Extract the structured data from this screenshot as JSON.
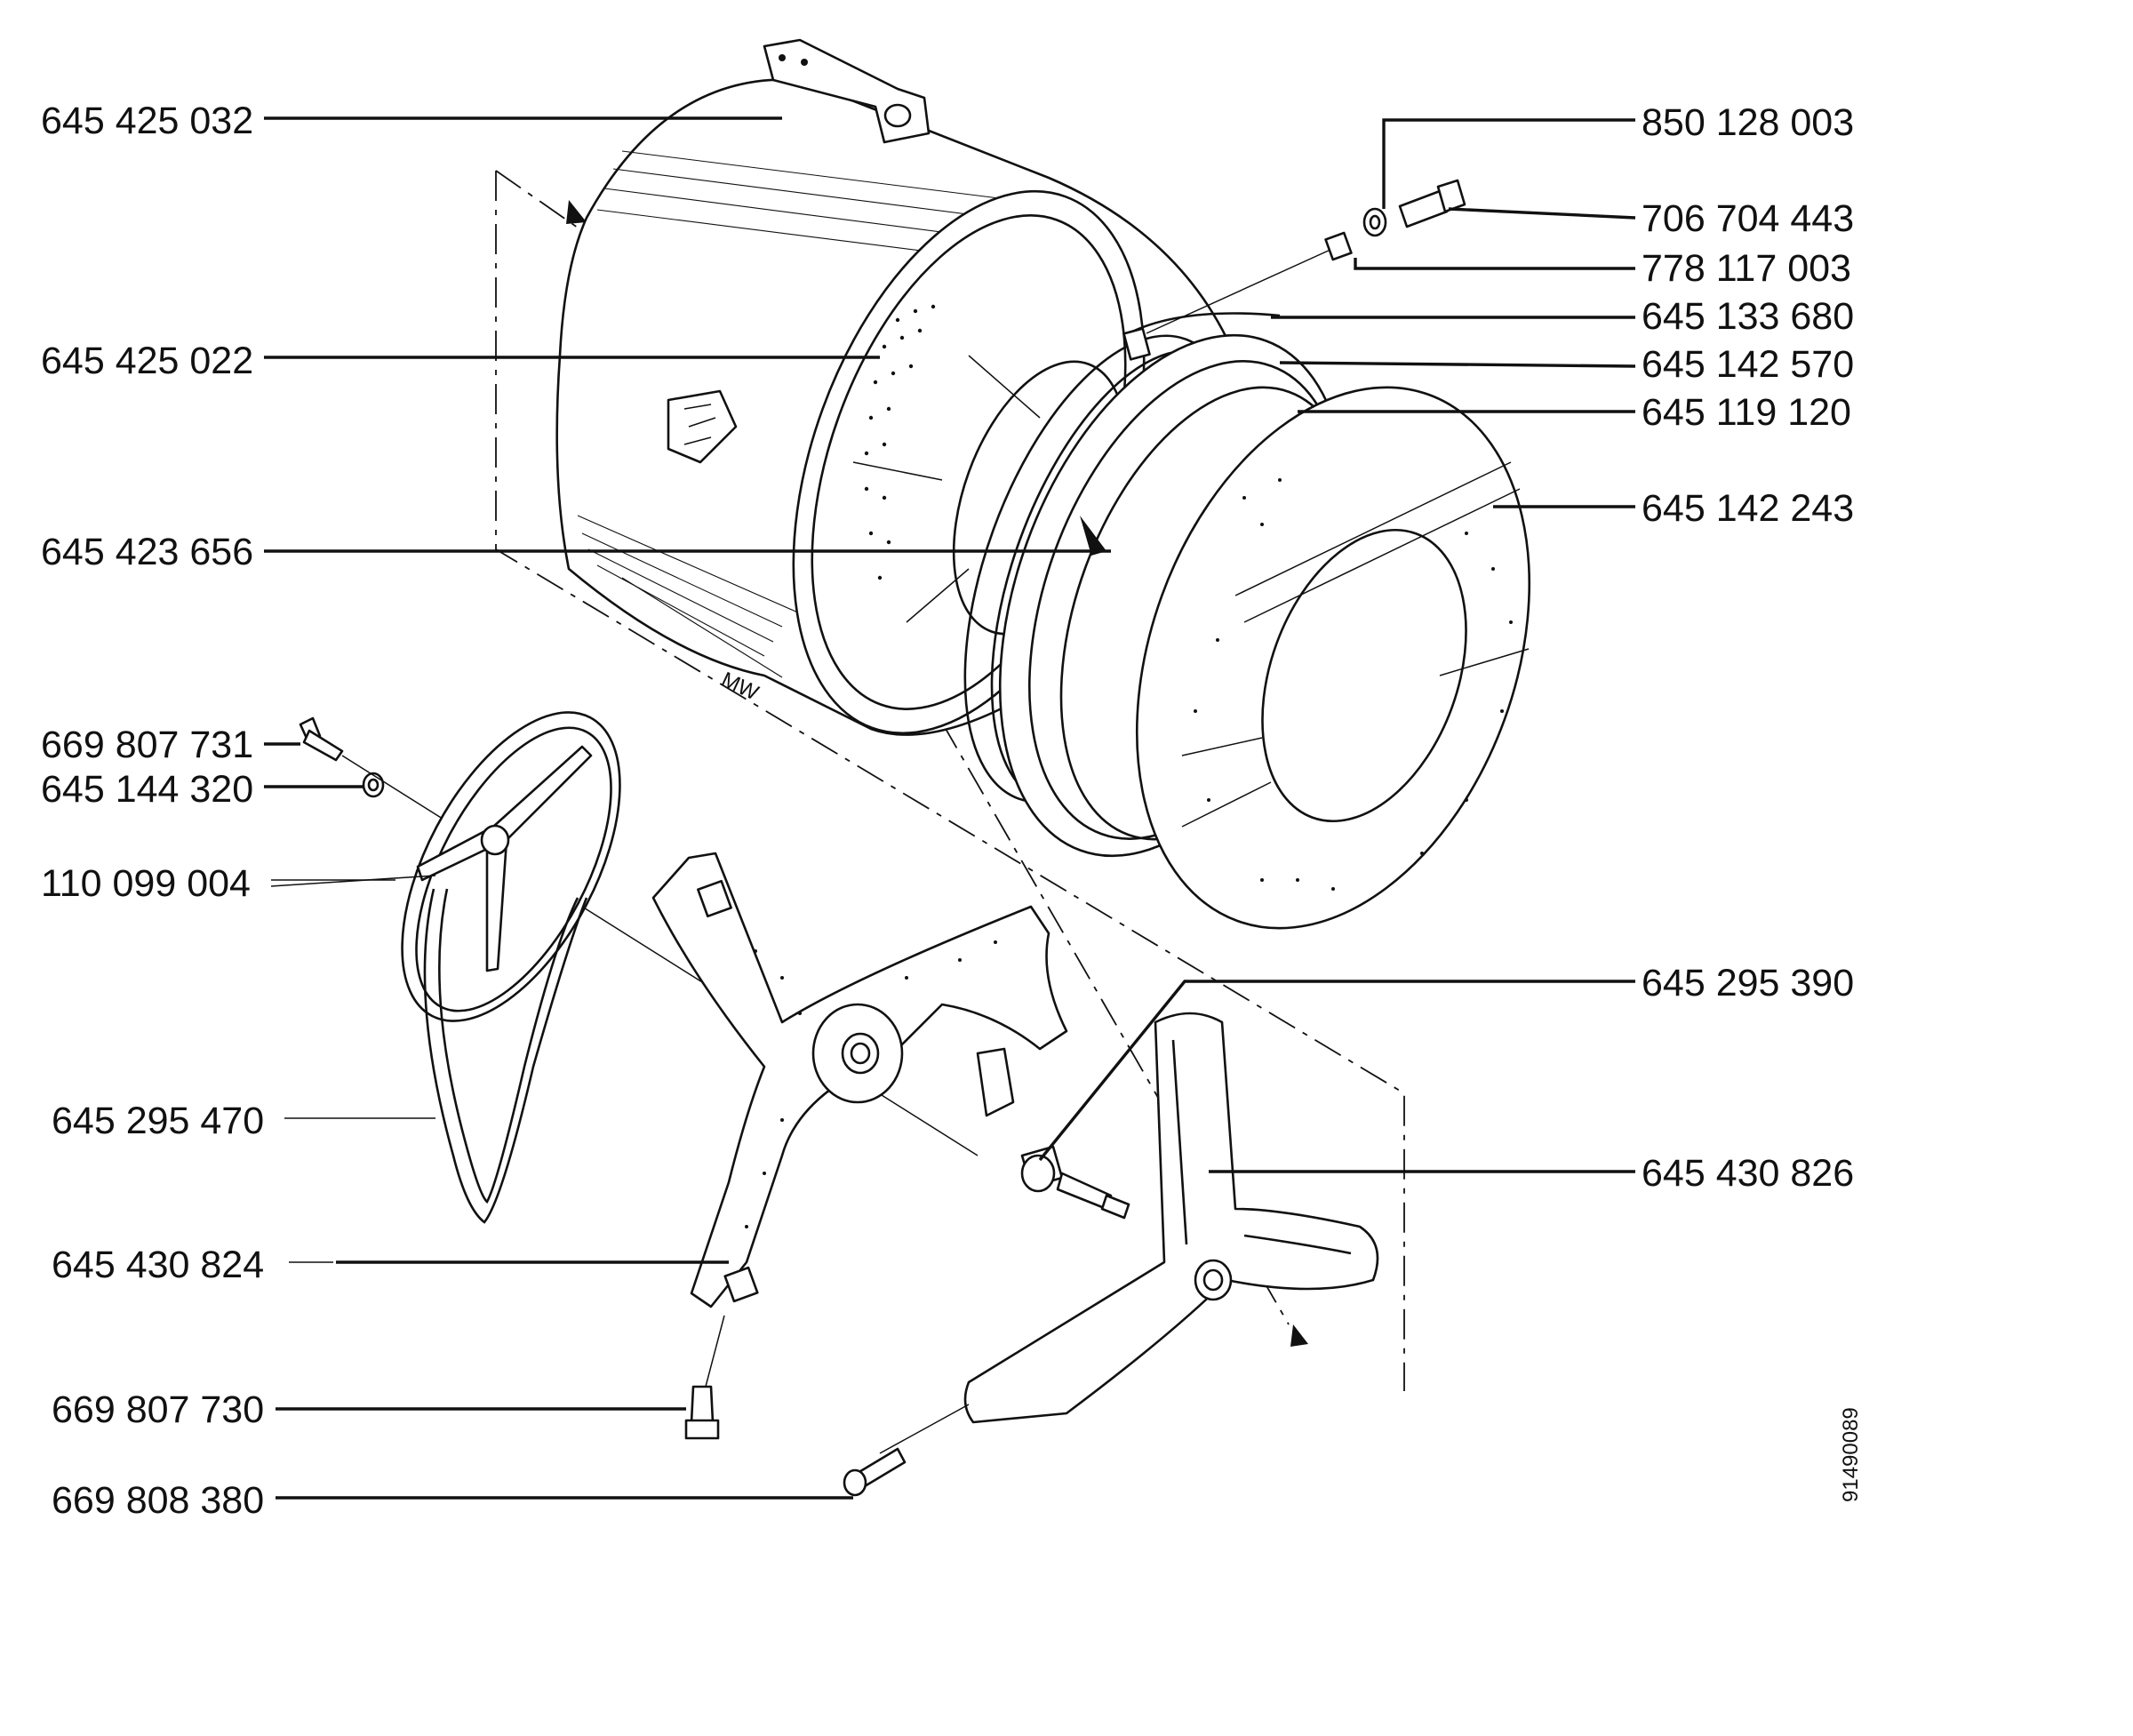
{
  "diagram": {
    "drawing_number": "91490089",
    "parts": [
      {
        "id": "p01",
        "number": "645 425 032"
      },
      {
        "id": "p02",
        "number": "645 425 022"
      },
      {
        "id": "p03",
        "number": "645 423 656"
      },
      {
        "id": "p04",
        "number": "669 807 731"
      },
      {
        "id": "p05",
        "number": "645 144 320"
      },
      {
        "id": "p06",
        "number": "110 099 004"
      },
      {
        "id": "p07",
        "number": "645 295 470"
      },
      {
        "id": "p08",
        "number": "645 430 824"
      },
      {
        "id": "p09",
        "number": "669 807 730"
      },
      {
        "id": "p10",
        "number": "669 808 380"
      },
      {
        "id": "p11",
        "number": "850 128 003"
      },
      {
        "id": "p12",
        "number": "706 704 443"
      },
      {
        "id": "p13",
        "number": "778 117 003"
      },
      {
        "id": "p14",
        "number": "645 133 680"
      },
      {
        "id": "p15",
        "number": "645 142 570"
      },
      {
        "id": "p16",
        "number": "645 119 120"
      },
      {
        "id": "p17",
        "number": "645 142 243"
      },
      {
        "id": "p18",
        "number": "645 295 390"
      },
      {
        "id": "p19",
        "number": "645 430 826"
      }
    ]
  }
}
